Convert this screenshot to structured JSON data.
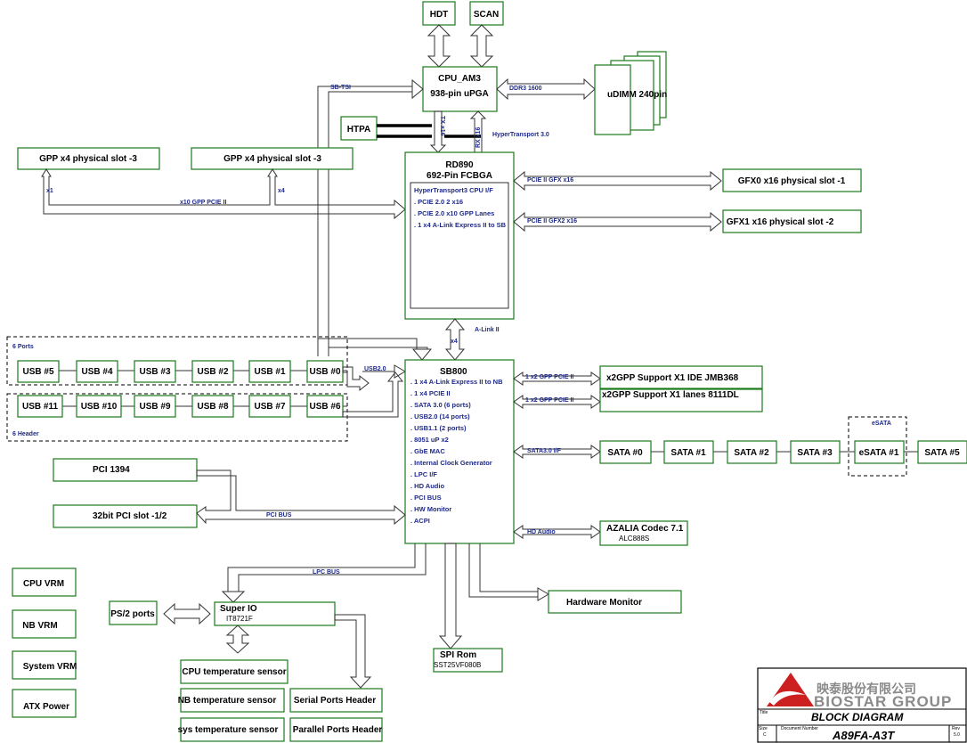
{
  "cpu": {
    "label": "CPU_AM3",
    "sub": "938-pin uPGA"
  },
  "hdt": "HDT",
  "scan": "SCAN",
  "dimm": {
    "label": "uDIMM 240pin",
    "bus": "DDR3 1600"
  },
  "htpa": "HTPA",
  "ht": {
    "tx": "TX x16",
    "rx": "RX x16",
    "label": "HyperTransport 3.0"
  },
  "sbtsi": "SB-TSI",
  "gpp_left": "GPP x4  physical slot -3",
  "gpp_mid": "GPP x4  physical slot -3",
  "gpp_bus": {
    "x1": "x1",
    "x4": "x4",
    "label": "x10 GPP PCIE II"
  },
  "nb": {
    "label": "RD890",
    "sub": "692-Pin FCBGA",
    "features": [
      "HyperTransport3 CPU I/F",
      ". PCIE 2.0 2 x16",
      ". PCIE 2.0 x10 GPP Lanes",
      ". 1 x4 A-Link Express II to SB"
    ]
  },
  "gfx0": {
    "label": "GFX0 x16 physical slot -1",
    "bus": "PCIE II GFX x16"
  },
  "gfx1": {
    "label": "GFX1 x16 physical slot -2",
    "bus": "PCIE II GFX2 x16"
  },
  "alink": {
    "label": "A-Link II",
    "width": "x4"
  },
  "usb": {
    "ports_label": "6 Ports",
    "header_label": "6 Header",
    "bus": "USB2.0",
    "row1": [
      "USB #5",
      "USB #4",
      "USB #3",
      "USB #2",
      "USB #1",
      "USB #0"
    ],
    "row2": [
      "USB #11",
      "USB #10",
      "USB #9",
      "USB #8",
      "USB #7",
      "USB #6"
    ]
  },
  "sb": {
    "label": "SB800",
    "features": [
      ". 1 x4 A-Link Express II to NB",
      ". 1 x4 PCIE II",
      ". SATA 3.0 (6 ports)",
      ". USB2.0 (14 ports)",
      ". USB1.1 (2 ports)",
      ". 8051 uP x2",
      ". GbE MAC",
      ". Internal Clock Generator",
      ". LPC I/F",
      ". HD Audio",
      ". PCI BUS",
      ". HW Monitor",
      ". ACPI"
    ]
  },
  "x2gpp1": {
    "label": "x2GPP Support X1 IDE JMB368",
    "bus": "1 x2 GPP PCIE II"
  },
  "x2gpp2": {
    "label": "x2GPP Support X1 lanes 8111DL",
    "bus": "1 x2 GPP PCIE II"
  },
  "sata": {
    "bus": "SATA3.0 I/F",
    "esata_label": "eSATA",
    "ports": [
      "SATA #0",
      "SATA #1",
      "SATA #2",
      "SATA #3",
      "eSATA #1",
      "SATA #5"
    ]
  },
  "pci1394": "PCI 1394",
  "pcislot": "32bit PCI slot -1/2",
  "pcibus": "PCI BUS",
  "azalia": {
    "label": "AZALIA Codec 7.1",
    "sub": "ALC888S",
    "bus": "HD Audio"
  },
  "lpcbus": "LPC BUS",
  "hwmon": "Hardware Monitor",
  "cpuvrm": "CPU VRM",
  "nbvrm": "NB VRM",
  "sysvrm": "System VRM",
  "atx": "ATX Power",
  "ps2": "PS/2 ports",
  "superio": {
    "label": "Super IO",
    "sub": "IT8721F"
  },
  "spirom": {
    "label": "SPI Rom",
    "sub": "SST25VF080B"
  },
  "cputemp": "CPU temperature sensor",
  "nbtemp": "NB temperature sensor",
  "systemp": "sys temperature sensor",
  "serial": "Serial Ports Header",
  "parallel": "Parallel Ports Header",
  "titleblock": {
    "company": "BIOSTAR GROUP",
    "company_cn": "映泰股份有限公司",
    "title_label": "Title",
    "title": "BLOCK DIAGRAM",
    "size_label": "Size",
    "size": "C",
    "docnum_label": "Document Number",
    "docnum": "A89FA-A3T",
    "rev_label": "Rev",
    "rev": "5.0"
  },
  "colors": {
    "box_border": "#1a7a1a",
    "bus_label": "#1e2a8a",
    "logo_red": "#cc1f1f"
  }
}
